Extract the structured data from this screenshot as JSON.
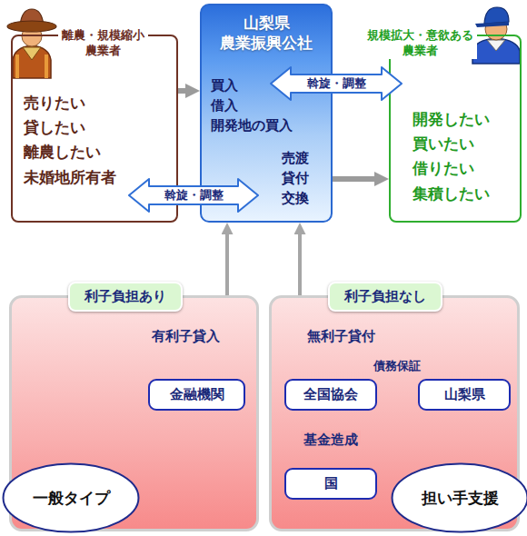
{
  "diagram": {
    "nodes": [
      {
        "text": [
          "離農・規模縮小 農業者",
          "売りたい 貸したい 離農したい 未婚地所有者"
        ]
      },
      {
        "text": [
          "山梨県 農業振興公社",
          "買入 借入 開発地の買入",
          "売渡 貸付 交換"
        ]
      },
      {
        "text": [
          "規模拡大・意欲ある 農業者",
          "開発したい 買いたい 借りたい 集積したい"
        ]
      },
      {
        "text": [
          "利子負担あり"
        ]
      },
      {
        "text": [
          "金融機関"
        ],
        "in": 3
      },
      {
        "text": [
          "一般タイプ"
        ],
        "in": 3
      },
      {
        "text": [
          "利子負担なし"
        ]
      },
      {
        "text": [
          "全国協会"
        ],
        "in": 6
      },
      {
        "text": [
          "山梨県"
        ],
        "in": 6
      },
      {
        "text": [
          "国"
        ],
        "in": 6
      },
      {
        "text": [
          "担い手支援"
        ],
        "in": 6
      }
    ],
    "edges": [
      {
        "from": 0,
        "to": 1,
        "arrow": "to"
      },
      {
        "from": 1,
        "to": 2,
        "arrow": "to"
      },
      {
        "from": 1,
        "to": 2,
        "label": "斡旋・調整",
        "arrow": "both"
      },
      {
        "from": 0,
        "to": 1,
        "label": "斡旋・調整",
        "arrow": "both"
      },
      {
        "from": 4,
        "to": 1,
        "label": "有利子貸入",
        "arrow": "to"
      },
      {
        "from": 7,
        "to": 1,
        "label": "無利子貸付",
        "arrow": "to"
      },
      {
        "from": 8,
        "to": 7,
        "label": "債務保証",
        "arrow": "to"
      },
      {
        "from": 9,
        "to": 7,
        "label": "基金造成",
        "arrow": "to"
      }
    ]
  }
}
